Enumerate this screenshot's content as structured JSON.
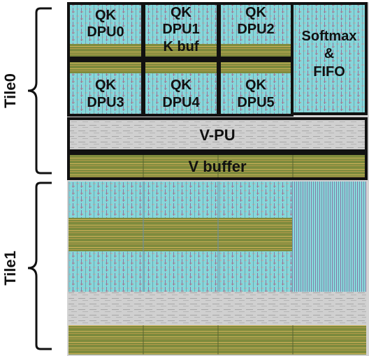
{
  "tiles": [
    {
      "label": "Tile0"
    },
    {
      "label": "Tile1"
    }
  ],
  "blocks": {
    "dpu0": [
      "QK",
      "DPU0"
    ],
    "dpu1": [
      "QK",
      "DPU1"
    ],
    "dpu2": [
      "QK",
      "DPU2"
    ],
    "dpu3": [
      "QK",
      "DPU3"
    ],
    "dpu4": [
      "QK",
      "DPU4"
    ],
    "dpu5": [
      "QK",
      "DPU5"
    ],
    "kbuf": "K buf",
    "softmax": [
      "Softmax",
      "&",
      "FIFO"
    ],
    "vpu": "V-PU",
    "vbuffer": "V buffer"
  },
  "colors": {
    "cyan": "#7fd8dc",
    "gray": "#b9b9b9",
    "olive": "#8e9a43",
    "gold": "#d7b35a",
    "purple": "#8a6f9e",
    "border": "#111111"
  }
}
